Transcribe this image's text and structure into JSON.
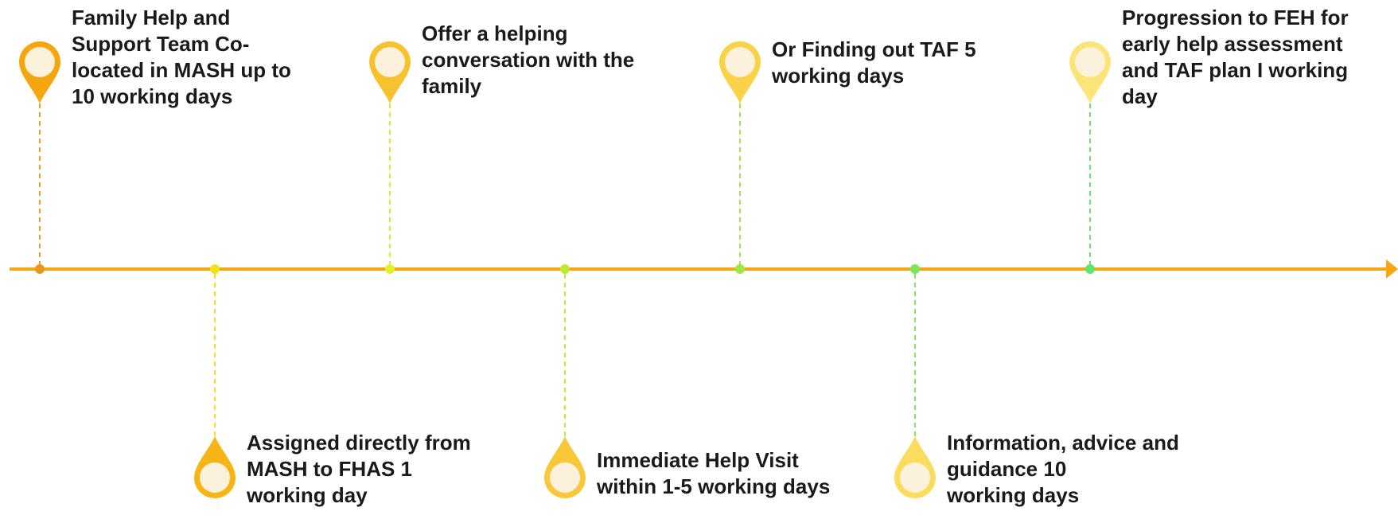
{
  "colors": {
    "axis": "#F5A70F",
    "text": "#1A1A1A",
    "pin_inner": "#FCF2DC"
  },
  "milestones": [
    {
      "label": "Family Help and\nSupport Team Co-\nlocated in MASH up to\n10 working days",
      "position": "above",
      "pin_color": "#F5A60F",
      "dot_color": "#E8951A",
      "line_color": "#F0A01E"
    },
    {
      "label": "Assigned directly from\nMASH to FHAS 1\nworking day",
      "position": "below",
      "pin_color": "#F7B417",
      "dot_color": "#F2E21A",
      "line_color": "#F2E21A"
    },
    {
      "label": " Offer a helping\nconversation with the\nfamily",
      "position": "above",
      "pin_color": "#F8C22E",
      "dot_color": "#E6EF28",
      "line_color": "#DCEB2E"
    },
    {
      "label": " Immediate Help Visit\nwithin 1-5 working days",
      "position": "below",
      "pin_color": "#F8C83A",
      "dot_color": "#BCEB32",
      "line_color": "#C6E63A"
    },
    {
      "label": " Or Finding out TAF 5\nworking days",
      "position": "above",
      "pin_color": "#FAD247",
      "dot_color": "#9CE846",
      "line_color": "#A6E44E"
    },
    {
      "label": "Information, advice and\nguidance 10\nworking  days",
      "position": "below",
      "pin_color": "#FADC5E",
      "dot_color": "#7CE65A",
      "line_color": "#88E45E"
    },
    {
      "label": "Progression to FEH for\nearly help assessment\nand TAF plan  I working\nday",
      "position": "above",
      "pin_color": "#FBE57A",
      "dot_color": "#5EE46C",
      "line_color": "#6CE274"
    }
  ]
}
